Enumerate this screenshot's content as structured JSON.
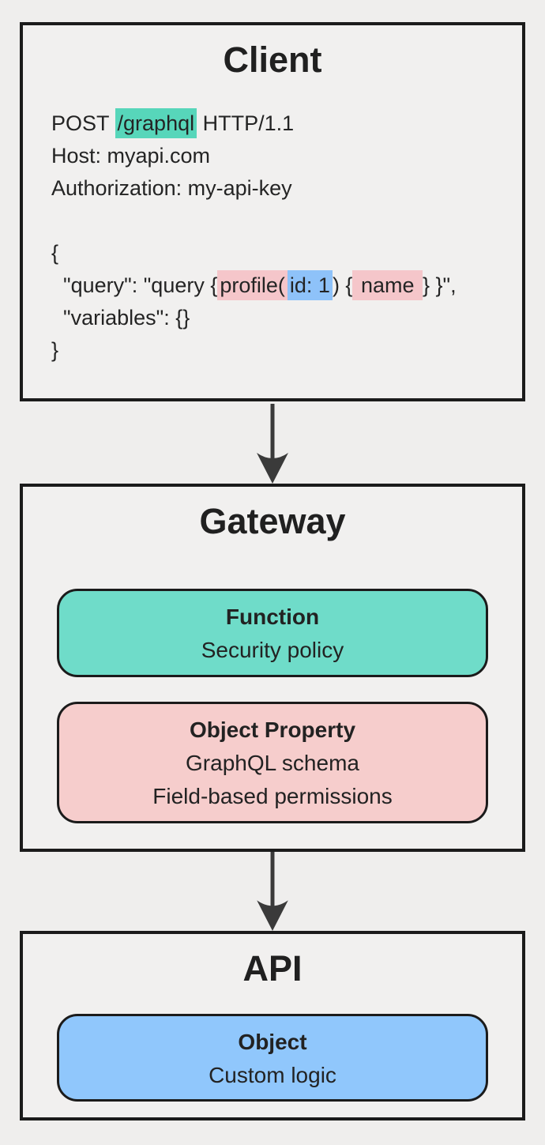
{
  "diagram": {
    "client": {
      "title": "Client",
      "lines": [
        [
          {
            "t": "POST "
          },
          {
            "t": "/graphql",
            "hl": "teal"
          },
          {
            "t": " HTTP/1.1"
          }
        ],
        [
          {
            "t": "Host: myapi.com"
          }
        ],
        [
          {
            "t": "Authorization: my-api-key"
          }
        ],
        [],
        [
          {
            "t": "{"
          }
        ],
        [
          {
            "t": "  \"query\": \"query {"
          },
          {
            "t": "profile(",
            "hl": "pink"
          },
          {
            "t": "id: 1",
            "hl": "blue"
          },
          {
            "t": ") {"
          },
          {
            "t": " name ",
            "hl": "pink"
          },
          {
            "t": "} }\","
          }
        ],
        [
          {
            "t": "  \"variables\": {}"
          }
        ],
        [
          {
            "t": "}"
          }
        ]
      ]
    },
    "gateway": {
      "title": "Gateway",
      "cards": [
        {
          "title": "Function",
          "lines": [
            "Security policy"
          ],
          "variant": "teal"
        },
        {
          "title": "Object Property",
          "lines": [
            "GraphQL schema",
            "Field-based permissions"
          ],
          "variant": "pink"
        }
      ]
    },
    "api": {
      "title": "API",
      "cards": [
        {
          "title": "Object",
          "lines": [
            "Custom logic"
          ],
          "variant": "blue"
        }
      ]
    },
    "colors": {
      "background": "#efeeed",
      "border": "#1b1b1b",
      "arrow": "#3a3a3a",
      "text": "#242424",
      "teal_highlight": "#57d6ba",
      "pink_highlight": "#f5c6ca",
      "blue_highlight": "#8ec2f9",
      "teal_card": "#6fdcc9",
      "pink_card": "#f6cdcc",
      "blue_card": "#90c7fc"
    }
  }
}
